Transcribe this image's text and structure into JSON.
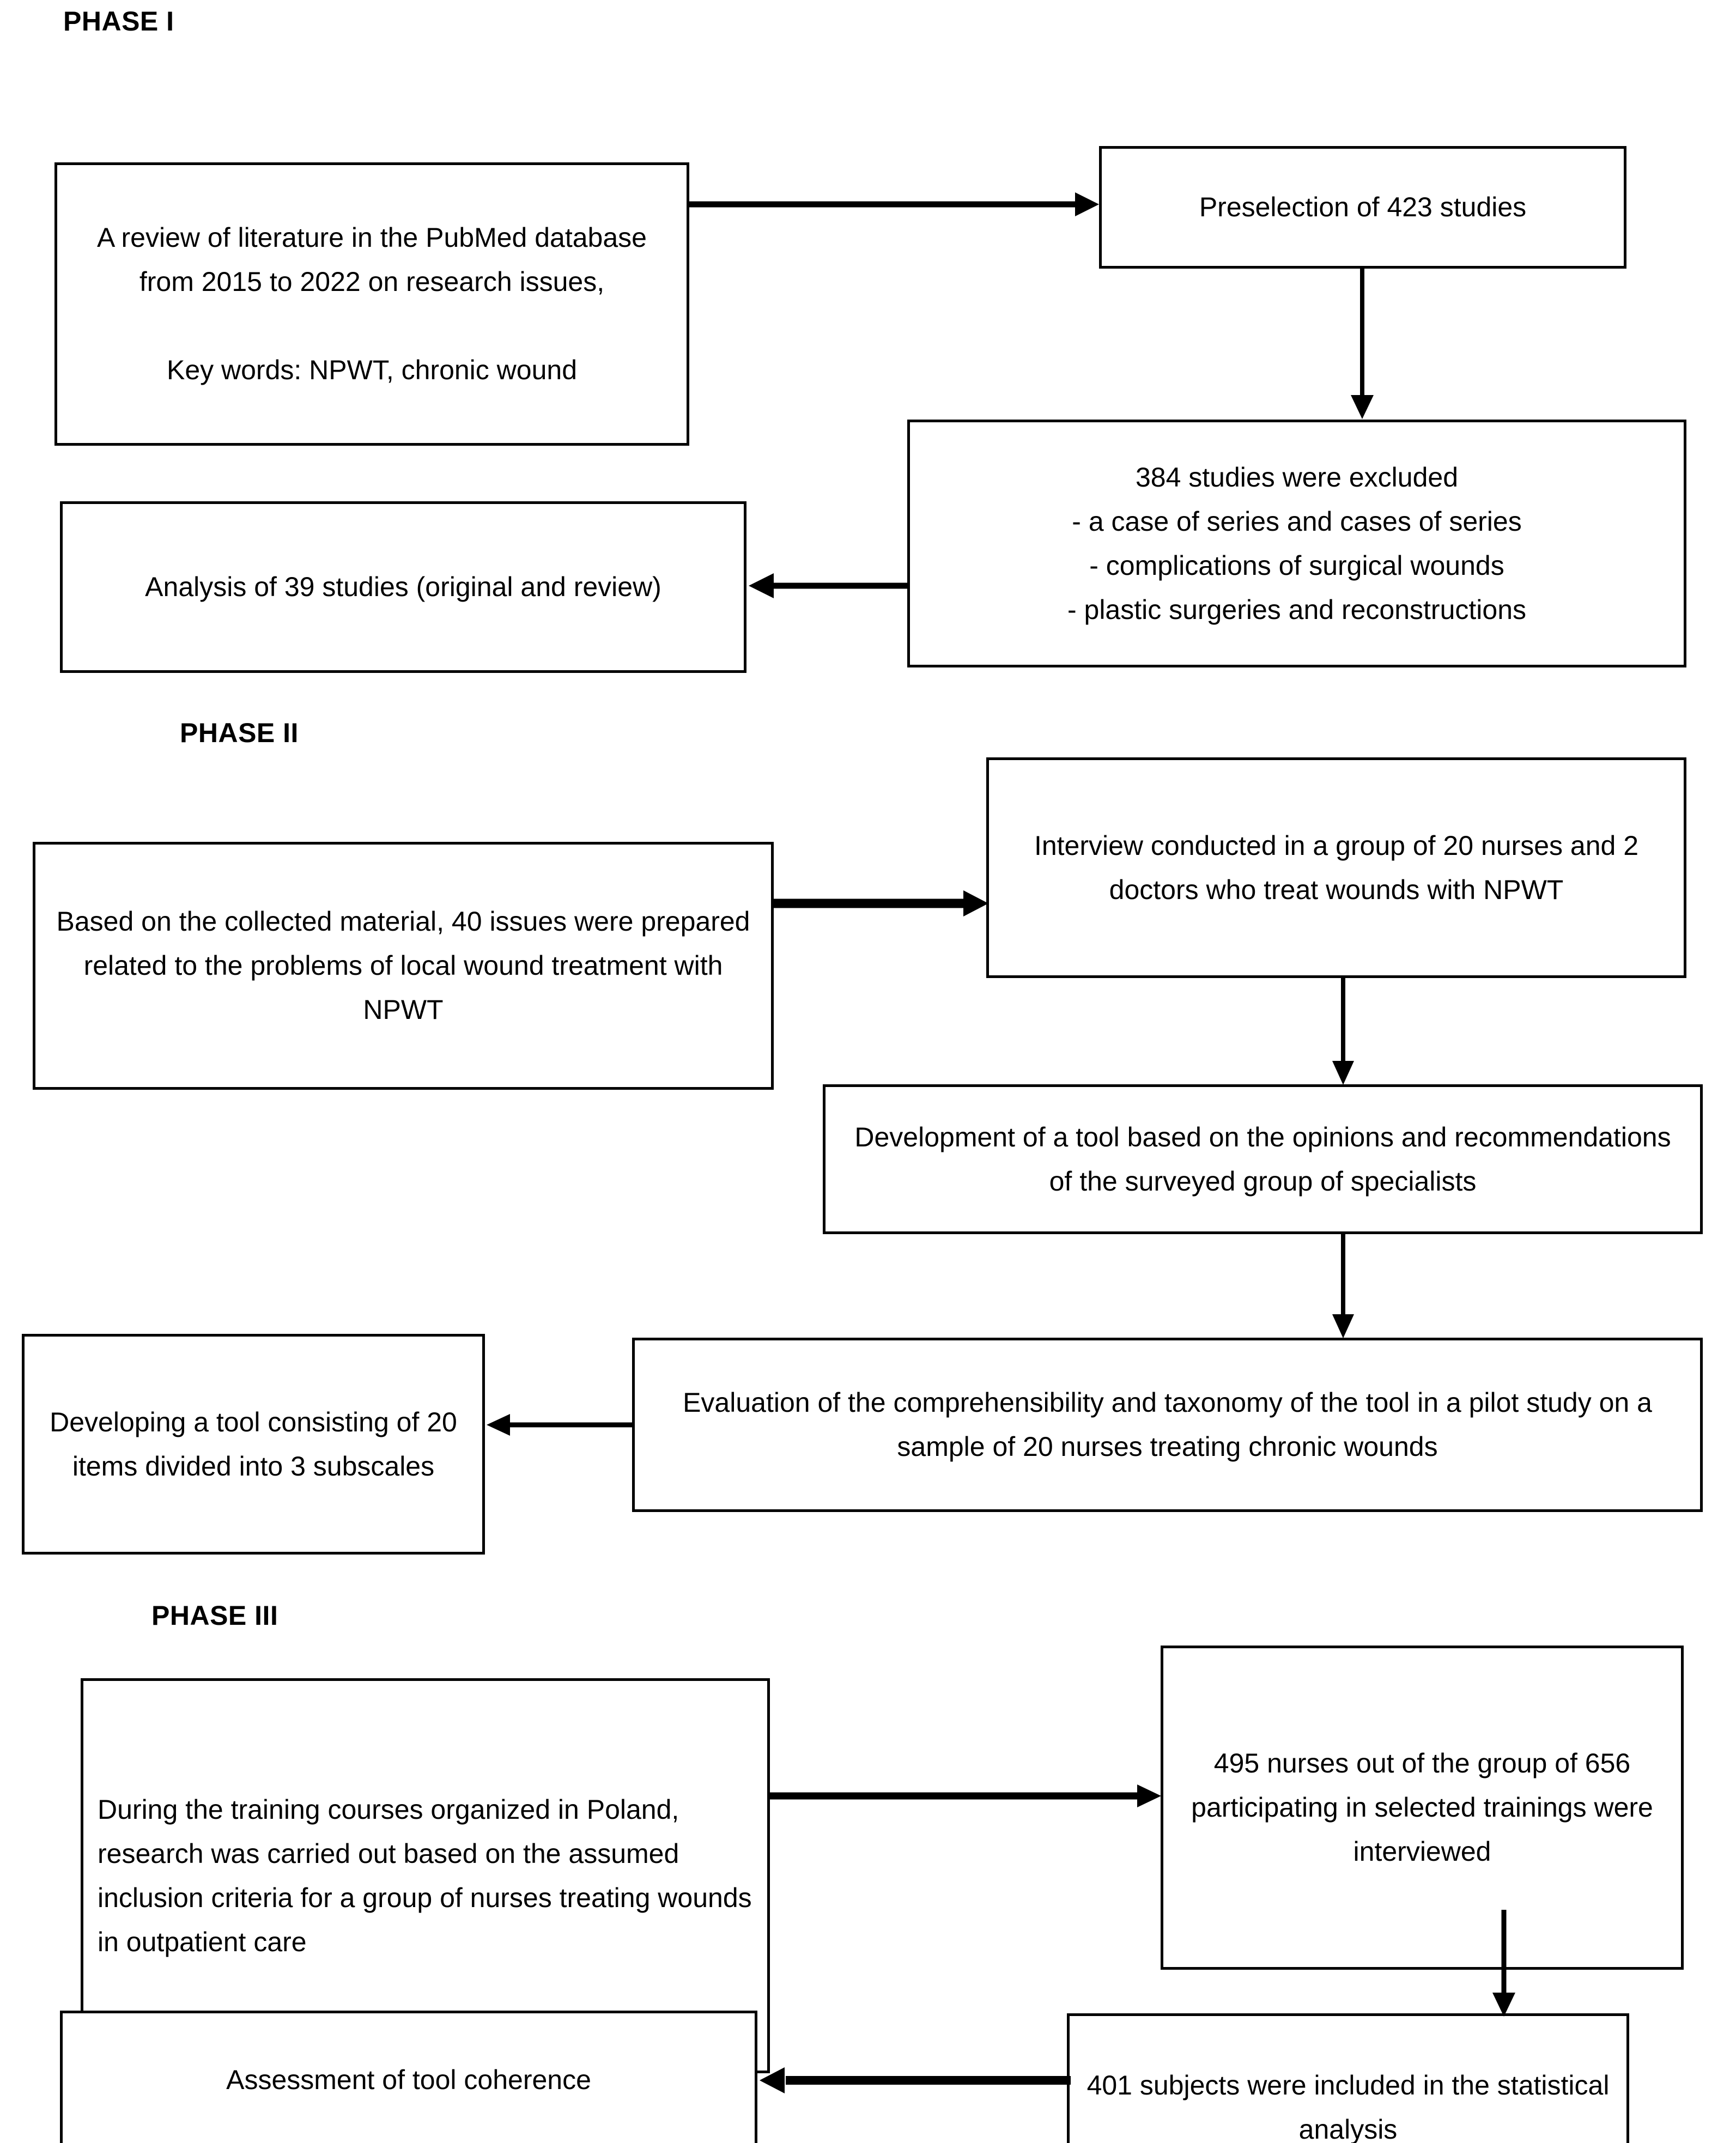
{
  "diagram": {
    "title": "Research methodology flowchart",
    "line_color": "#000000",
    "box_fill": "#ffffff",
    "text_color": "#000000"
  },
  "phases": [
    {
      "label": "PHASE I"
    },
    {
      "label": "PHASE II"
    },
    {
      "label": "PHASE III"
    }
  ],
  "nodes": {
    "literature_review": "A review of literature in the PubMed database from 2015 to 2022 on research issues,\n\nKey words: NPWT, chronic wound",
    "preselection": "Preselection of 423 studies",
    "excluded": "384 studies were excluded\n- a case of series and cases of series\n- complications of surgical wounds\n- plastic surgeries and reconstructions",
    "analysis_39": "Analysis of 39 studies (original and review)",
    "issues_40": "Based on the collected material, 40 issues were prepared related to the problems of local wound treatment with NPWT",
    "interview_20": "Interview conducted in a group of 20 nurses and 2 doctors who treat wounds with NPWT",
    "tool_development": "Development of a tool based on the opinions and recommendations of the surveyed group of specialists",
    "pilot_evaluation": "Evaluation of the comprehensibility and taxonomy of the tool in a pilot study on a sample of 20 nurses treating chronic wounds",
    "tool_20_items": "Developing a tool consisting of 20 items divided into 3 subscales",
    "training_courses": "During the training courses organized in Poland, research was carried out based on the assumed inclusion criteria for a group of nurses treating wounds in outpatient care",
    "nurses_495": "495 nurses out of the group of 656 participating in selected trainings were interviewed",
    "subjects_401": "401 subjects were included in the statistical analysis",
    "tool_coherence": "Assessment of tool coherence"
  },
  "chart_data": {
    "type": "diagram",
    "diagram_kind": "flowchart",
    "title": "Three-phase research methodology flowchart",
    "nodes": [
      {
        "id": "literature_review",
        "phase": "PHASE I",
        "text": "A review of literature in the PubMed database from 2015 to 2022 on research issues, Key words: NPWT, chronic wound"
      },
      {
        "id": "preselection",
        "phase": "PHASE I",
        "text": "Preselection of 423 studies",
        "value": 423
      },
      {
        "id": "excluded",
        "phase": "PHASE I",
        "text": "384 studies were excluded - a case of series and cases of series - complications of surgical wounds - plastic surgeries and reconstructions",
        "value": 384
      },
      {
        "id": "analysis_39",
        "phase": "PHASE I",
        "text": "Analysis of 39 studies (original and review)",
        "value": 39
      },
      {
        "id": "issues_40",
        "phase": "PHASE II",
        "text": "Based on the collected material, 40 issues were prepared related to the problems of local wound treatment with NPWT",
        "value": 40
      },
      {
        "id": "interview_20",
        "phase": "PHASE II",
        "text": "Interview conducted in a group of 20 nurses and 2 doctors who treat wounds with NPWT",
        "value": 22
      },
      {
        "id": "tool_development",
        "phase": "PHASE II",
        "text": "Development of a tool based on the opinions and recommendations of the surveyed group of specialists"
      },
      {
        "id": "pilot_evaluation",
        "phase": "PHASE II",
        "text": "Evaluation of the comprehensibility and taxonomy of the tool in a pilot study on a sample of 20 nurses treating chronic wounds",
        "value": 20
      },
      {
        "id": "tool_20_items",
        "phase": "PHASE II",
        "text": "Developing a tool consisting of 20 items divided into 3 subscales",
        "value": 20
      },
      {
        "id": "training_courses",
        "phase": "PHASE III",
        "text": "During the training courses organized in Poland, research was carried out based on the assumed inclusion criteria for a group of nurses treating wounds in outpatient care"
      },
      {
        "id": "nurses_495",
        "phase": "PHASE III",
        "text": "495 nurses out of the group of 656 participating in selected trainings were interviewed",
        "value": 495
      },
      {
        "id": "subjects_401",
        "phase": "PHASE III",
        "text": "401 subjects were included in the statistical analysis",
        "value": 401
      },
      {
        "id": "tool_coherence",
        "phase": "PHASE III",
        "text": "Assessment of tool coherence"
      }
    ],
    "edges": [
      {
        "from": "literature_review",
        "to": "preselection",
        "direction": "right"
      },
      {
        "from": "preselection",
        "to": "excluded",
        "direction": "down"
      },
      {
        "from": "excluded",
        "to": "analysis_39",
        "direction": "left"
      },
      {
        "from": "issues_40",
        "to": "interview_20",
        "direction": "right"
      },
      {
        "from": "interview_20",
        "to": "tool_development",
        "direction": "down"
      },
      {
        "from": "tool_development",
        "to": "pilot_evaluation",
        "direction": "down"
      },
      {
        "from": "pilot_evaluation",
        "to": "tool_20_items",
        "direction": "left"
      },
      {
        "from": "training_courses",
        "to": "nurses_495",
        "direction": "right"
      },
      {
        "from": "nurses_495",
        "to": "subjects_401",
        "direction": "down"
      },
      {
        "from": "subjects_401",
        "to": "tool_coherence",
        "direction": "left"
      }
    ]
  }
}
